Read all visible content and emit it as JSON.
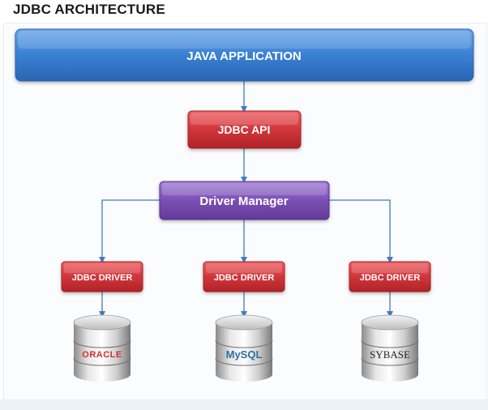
{
  "title": "JDBC ARCHITECTURE",
  "nodes": {
    "application": "JAVA APPLICATION",
    "api": "JDBC API",
    "manager": "Driver Manager",
    "drivers": [
      "JDBC DRIVER",
      "JDBC DRIVER",
      "JDBC DRIVER"
    ]
  },
  "databases": [
    {
      "logo": "ORACLE",
      "color": "#d0312d"
    },
    {
      "logo": "MySQL",
      "color": "#2e6e9e"
    },
    {
      "logo": "SYBASE",
      "color": "#222222"
    }
  ],
  "colors": {
    "application": "#3a80d2",
    "api": "#d0363a",
    "manager": "#7b4fb3",
    "driver": "#d0363a",
    "connector": "#3f7cc2"
  }
}
